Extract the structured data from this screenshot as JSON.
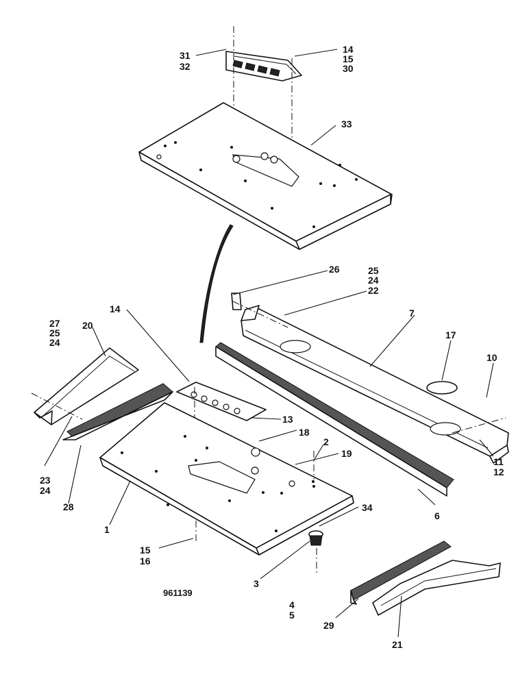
{
  "drawing_number": "961139",
  "callouts": {
    "c1": "1",
    "c2": "2",
    "c3": "3",
    "c4": "4",
    "c5": "5",
    "c6": "6",
    "c7": "7",
    "c10": "10",
    "c11": "11",
    "c12": "12",
    "c13": "13",
    "c14_top": "14",
    "c15_top": "15",
    "c30": "30",
    "c31": "31",
    "c32": "32",
    "c33": "33",
    "c14_mid": "14",
    "c15_bot": "15",
    "c16": "16",
    "c17": "17",
    "c18": "18",
    "c19": "19",
    "c20": "20",
    "c21": "21",
    "c22": "22",
    "c23": "23",
    "c24_a": "24",
    "c24_b": "24",
    "c24_c": "24",
    "c25_a": "25",
    "c25_b": "25",
    "c26": "26",
    "c27": "27",
    "c28": "28",
    "c29": "29",
    "c34": "34"
  }
}
